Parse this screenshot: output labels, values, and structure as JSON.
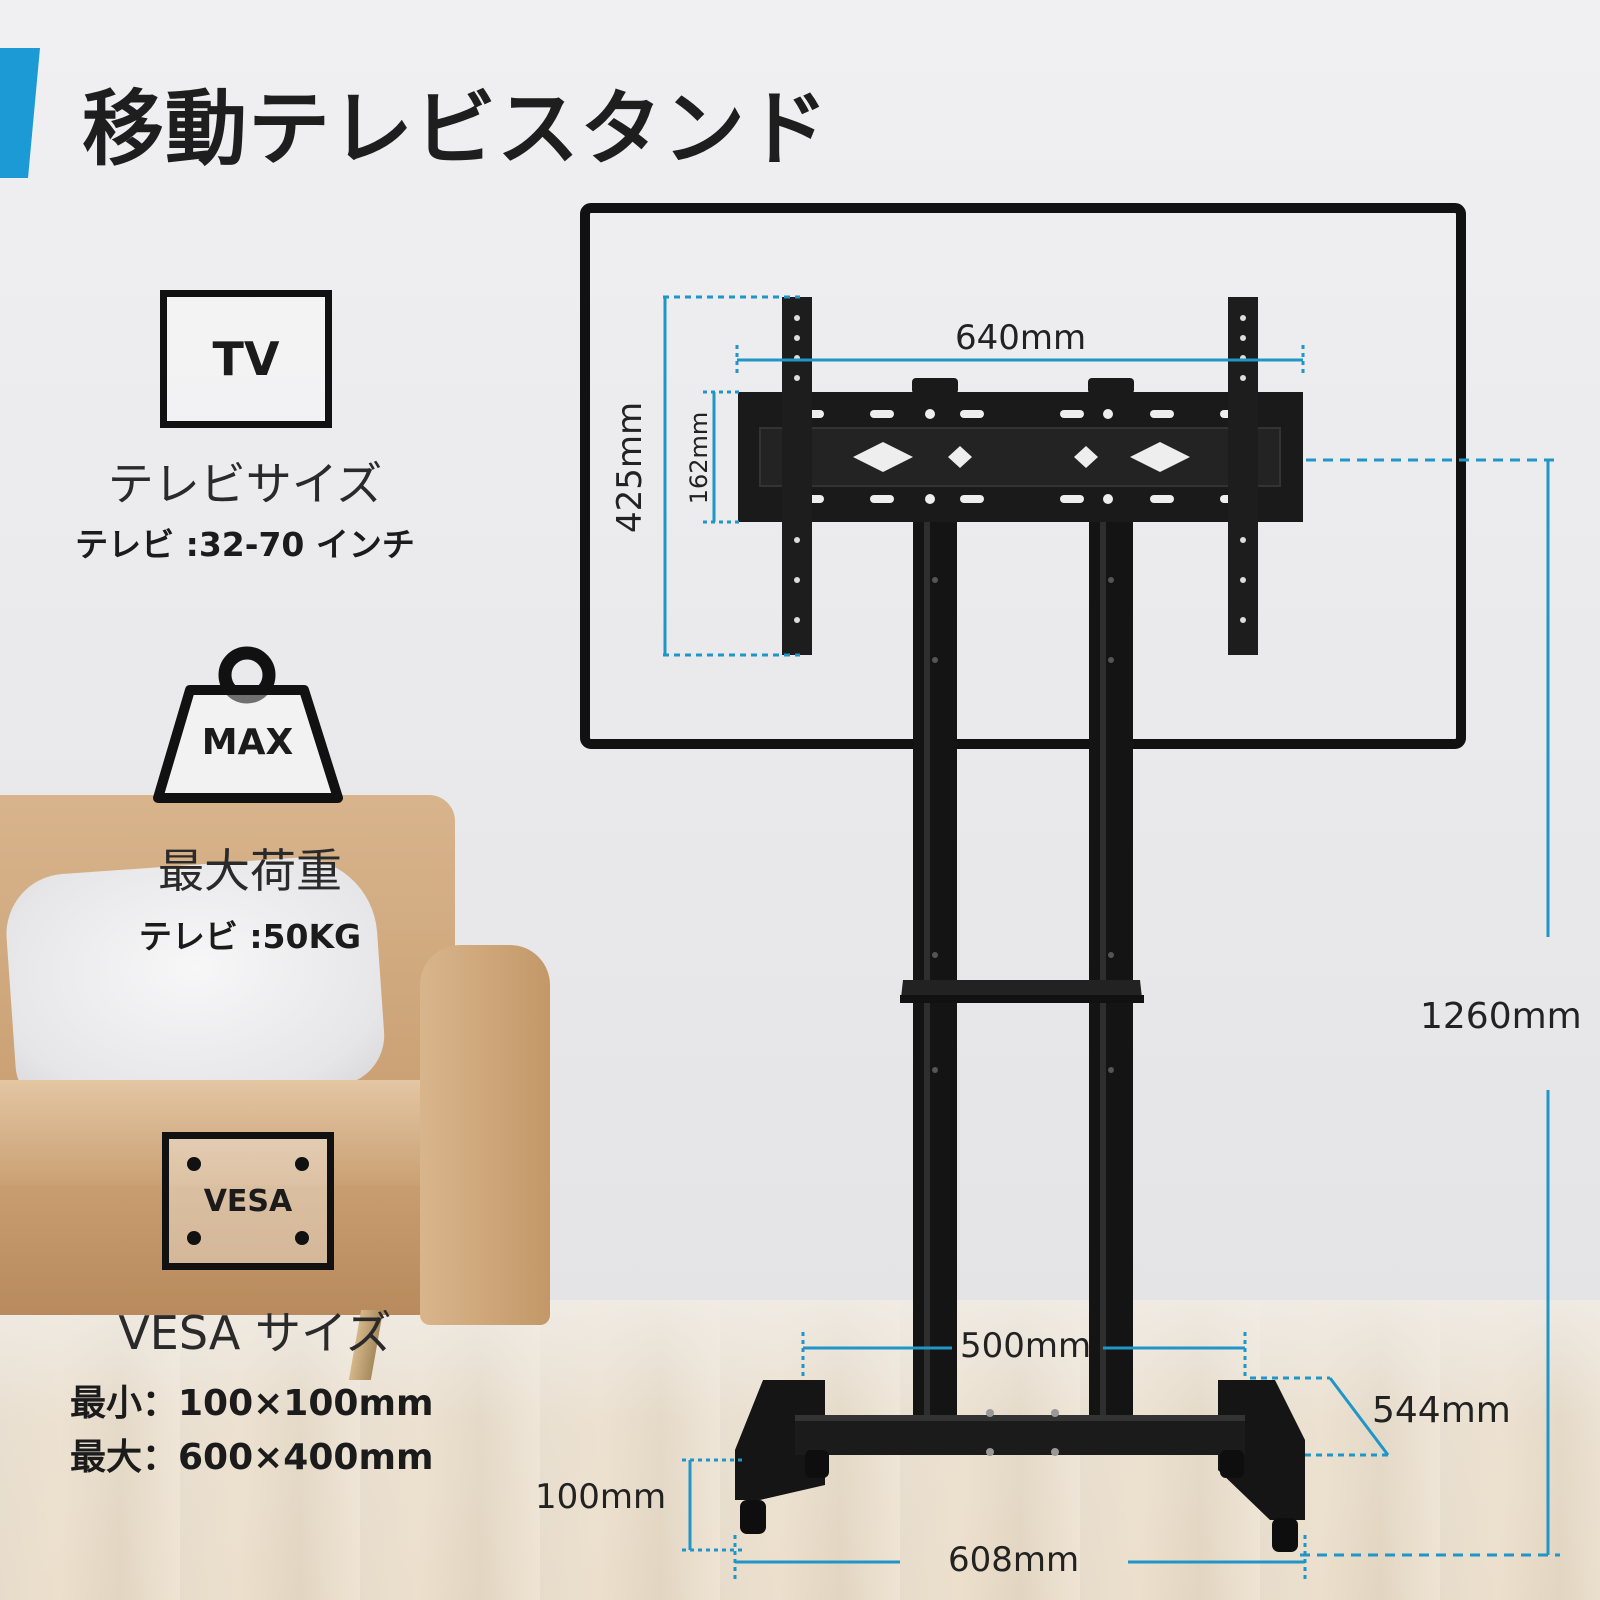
{
  "title": "移動テレビスタンド",
  "accent_color": "#1b9ad6",
  "specs": {
    "tv": {
      "icon": "tv-icon",
      "icon_text": "TV",
      "label": "テレビサイズ",
      "value": "テレビ :32-70 インチ"
    },
    "load": {
      "icon": "weight-icon",
      "icon_text": "MAX",
      "label": "最大荷重",
      "value": "テレビ :50KG"
    },
    "vesa": {
      "icon": "vesa-icon",
      "icon_text": "VESA",
      "label": "VESA サイズ",
      "value_min": "最小：100×100mm",
      "value_max": "最大：600×400mm"
    }
  },
  "dimensions": {
    "mount_width": "640mm",
    "mount_height": "425mm",
    "bracket_height": "162mm",
    "total_height": "1260mm",
    "pole_spacing": "500mm",
    "base_depth": "544mm",
    "base_height": "100mm",
    "base_width": "608mm"
  }
}
